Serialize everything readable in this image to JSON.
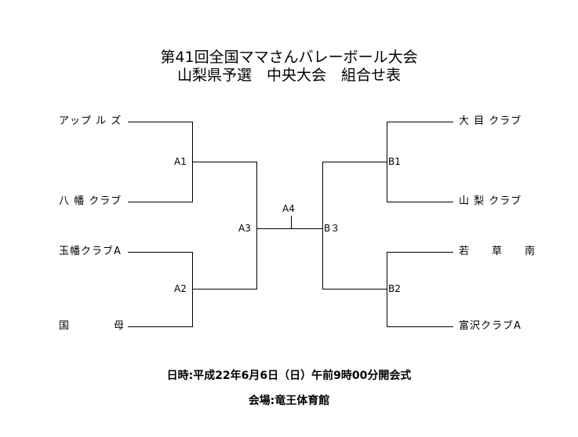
{
  "title": {
    "line1": "第41回全国ママさんバレーボール大会",
    "line2": "山梨県予選　中央大会　組合せ表"
  },
  "left_teams": [
    "アップ ル ズ",
    "八 幡 クラブ",
    "玉幡クラブA",
    "国　　　　母"
  ],
  "right_teams": [
    "大 目 クラブ",
    "山 梨 クラブ",
    "若　　草　　南",
    "富沢クラブA"
  ],
  "matches": {
    "A1": "A1",
    "A2": "A2",
    "A3": "A3",
    "A4": "A4",
    "B1": "B1",
    "B2": "B2",
    "B3": "B３"
  },
  "footer": {
    "datetime": "日時:平成22年6月6日（日）午前9時00分開会式",
    "venue": "会場:竜王体育館"
  }
}
